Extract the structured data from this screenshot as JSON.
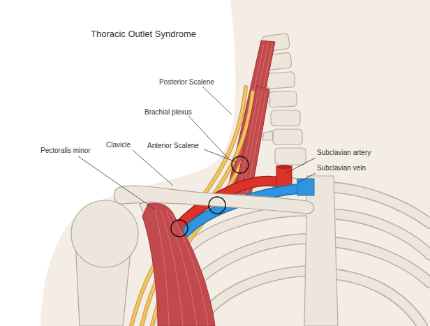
{
  "diagram": {
    "title": "Thoracic Outlet Syndrome",
    "labels": [
      "Posterior Scalene",
      "Brachial plexus",
      "Anterior Scalene",
      "Clavicle",
      "Pectoralis minor",
      "Subclavian artery",
      "Subclavian vein"
    ]
  }
}
